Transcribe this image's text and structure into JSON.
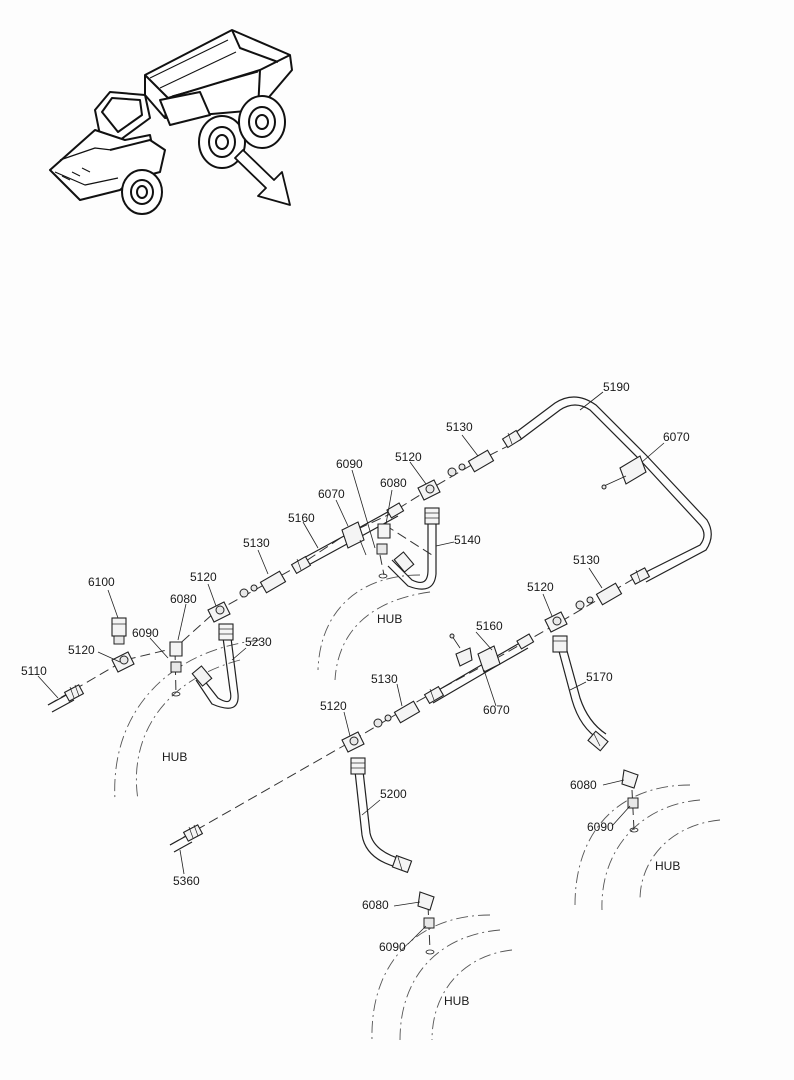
{
  "parts": {
    "p5110": "5110",
    "p5120_a": "5120",
    "p6100": "6100",
    "p6090_a": "6090",
    "p6080_a": "6080",
    "p5120_b": "5120",
    "p5230": "5230",
    "p5130_a": "5130",
    "p5160_a": "5160",
    "p6070_a": "6070",
    "p6090_b": "6090",
    "p6080_b": "6080",
    "p5120_c": "5120",
    "p5130_b": "5130",
    "p5140": "5140",
    "p5190": "5190",
    "p6070_b": "6070",
    "p5130_c": "5130",
    "p5120_d": "5120",
    "p5160_b": "5160",
    "p6070_c": "6070",
    "p5130_d": "5130",
    "p5120_e": "5120",
    "p5170": "5170",
    "p6080_c": "6080",
    "p6090_c": "6090",
    "p5200": "5200",
    "p6080_d": "6080",
    "p6090_d": "6090",
    "p5360": "5360"
  },
  "hubs": {
    "hub_1": "HUB",
    "hub_2": "HUB",
    "hub_3": "HUB",
    "hub_4": "HUB"
  }
}
